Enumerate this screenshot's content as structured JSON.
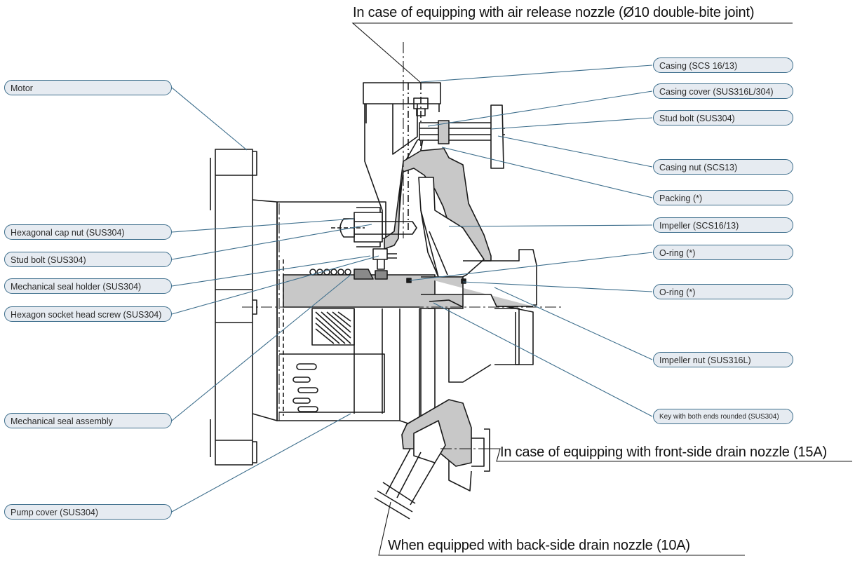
{
  "notes": {
    "air_release": "In case of equipping with air release nozzle (Ø10 double-bite joint)",
    "front_drain": "In case of equipping with front-side drain nozzle (15A)",
    "back_drain": "When equipped with back-side drain nozzle (10A)"
  },
  "labels_left": {
    "motor": "Motor",
    "hex_cap_nut": "Hexagonal cap nut (SUS304)",
    "stud_bolt": "Stud bolt (SUS304)",
    "mech_seal_holder": "Mechanical seal holder (SUS304)",
    "hex_socket_screw": "Hexagon socket head screw (SUS304)",
    "mech_seal_assembly": "Mechanical seal assembly",
    "pump_cover": "Pump cover (SUS304)"
  },
  "labels_right": {
    "casing": "Casing (SCS 16/13)",
    "casing_cover": "Casing cover (SUS316L/304)",
    "stud_bolt": "Stud bolt (SUS304)",
    "casing_nut": "Casing nut (SCS13)",
    "packing": "Packing (*)",
    "impeller": "Impeller (SCS16/13)",
    "o_ring_1": "O-ring (*)",
    "o_ring_2": "O-ring (*)",
    "impeller_nut": "Impeller nut (SUS316L)",
    "key": "Key with both ends rounded (SUS304)"
  },
  "colors": {
    "pill_fill": "#e6ebf1",
    "pill_border": "#3d6e8c",
    "leader_line": "#3d6e8c",
    "section_fill": "#c8c8c8",
    "outline": "#1a1a1a"
  }
}
